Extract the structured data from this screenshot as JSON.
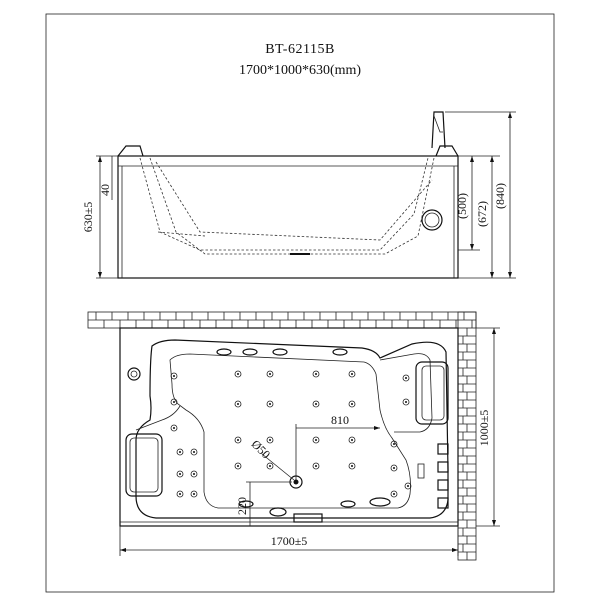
{
  "drawing": {
    "model": "BT-62115B",
    "size": "1700*1000*630(mm)"
  },
  "side_view": {
    "dim_height_total": "630±5",
    "dim_rim": "40",
    "dim_500": "(500)",
    "dim_672": "(672)",
    "dim_840": "(840)"
  },
  "top_view": {
    "dim_width": "1000±5",
    "dim_length": "1700±5",
    "dim_810": "810",
    "dim_diameter": "Ø50",
    "dim_220": "220"
  }
}
